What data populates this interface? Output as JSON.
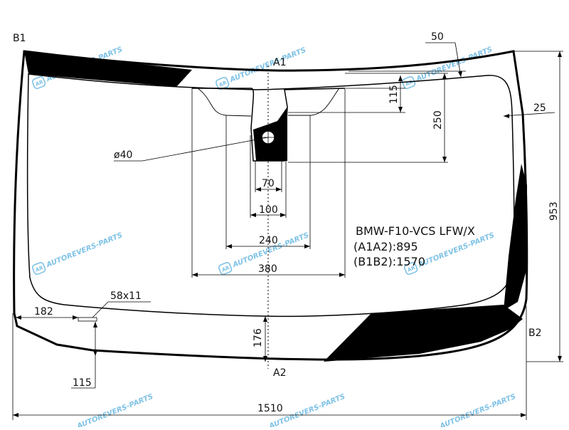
{
  "points": {
    "b1": "B1",
    "a1": "A1",
    "a2": "A2",
    "b2": "B2"
  },
  "dimensions": {
    "d50": "50",
    "d25": "25",
    "d115_top": "115",
    "d250": "250",
    "d953": "953",
    "d40": "ø40",
    "d70": "70",
    "d100": "100",
    "d240": "240",
    "d380": "380",
    "d58x11": "58x11",
    "d182": "182",
    "d176": "176",
    "d115_bottom": "115",
    "d1510": "1510"
  },
  "info": {
    "model": "BMW-F10-VCS LFW/X",
    "a1a2": "(A1A2):895",
    "b1b2": "(B1B2):1570"
  },
  "watermark": {
    "text": "AUTOREVERS-PARTS",
    "logo": "AR"
  },
  "colors": {
    "line": "#000000",
    "watermark": "#7fc2e6"
  }
}
